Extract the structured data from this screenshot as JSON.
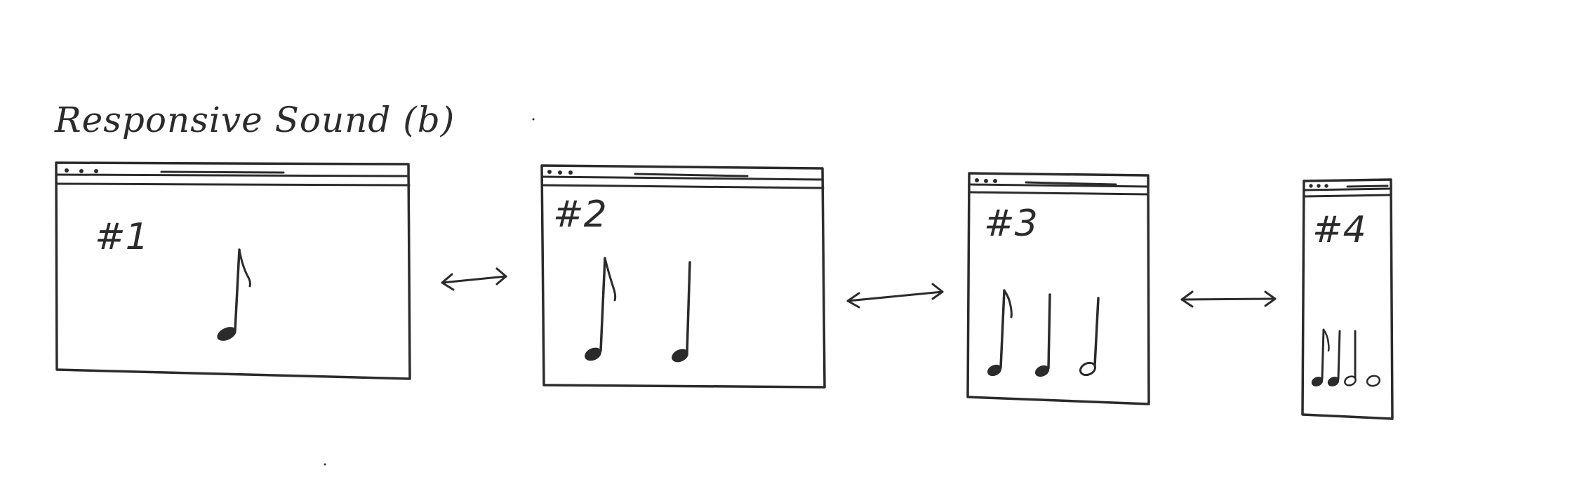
{
  "title": "Responsive Sound (b)",
  "ink_color": "#2b2b2b",
  "background": "#ffffff",
  "windows": [
    {
      "label": "#1",
      "notes": [
        "eighth-note"
      ]
    },
    {
      "label": "#2",
      "notes": [
        "eighth-note",
        "quarter-note"
      ]
    },
    {
      "label": "#3",
      "notes": [
        "eighth-note",
        "quarter-note",
        "half-note"
      ]
    },
    {
      "label": "#4",
      "notes": [
        "eighth-note",
        "quarter-note",
        "half-note",
        "whole-note"
      ]
    }
  ],
  "connectors": [
    {
      "from": "#1",
      "to": "#2",
      "icon": "double-arrow-icon"
    },
    {
      "from": "#2",
      "to": "#3",
      "icon": "double-arrow-icon"
    },
    {
      "from": "#3",
      "to": "#4",
      "icon": "double-arrow-icon"
    }
  ]
}
